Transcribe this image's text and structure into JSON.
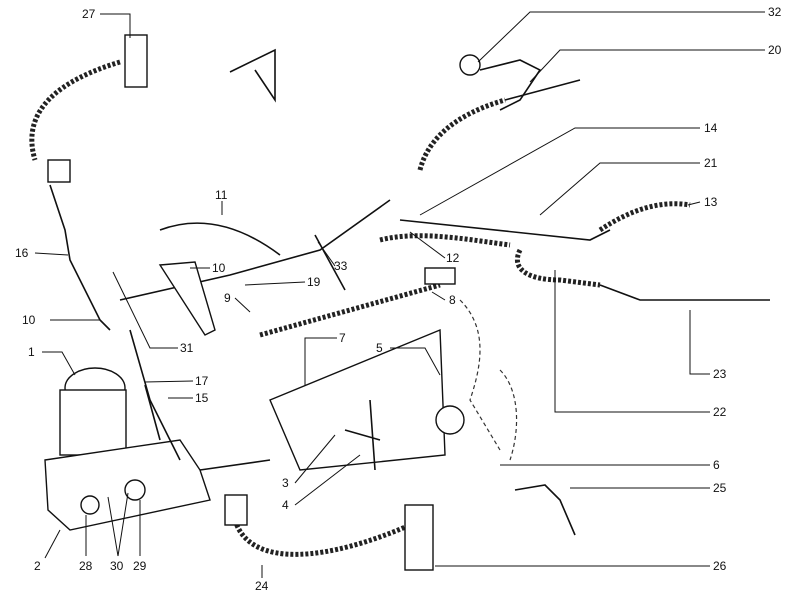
{
  "title": "Brake and clutch hydraulic system exploded diagram",
  "labels": [
    "27",
    "32",
    "20",
    "14",
    "21",
    "13",
    "11",
    "16",
    "10",
    "33",
    "12",
    "19",
    "9",
    "8",
    "10",
    "31",
    "1",
    "7",
    "5",
    "17",
    "15",
    "3",
    "4",
    "6",
    "25",
    "2",
    "28",
    "30",
    "29",
    "24",
    "26",
    "23",
    "22"
  ]
}
